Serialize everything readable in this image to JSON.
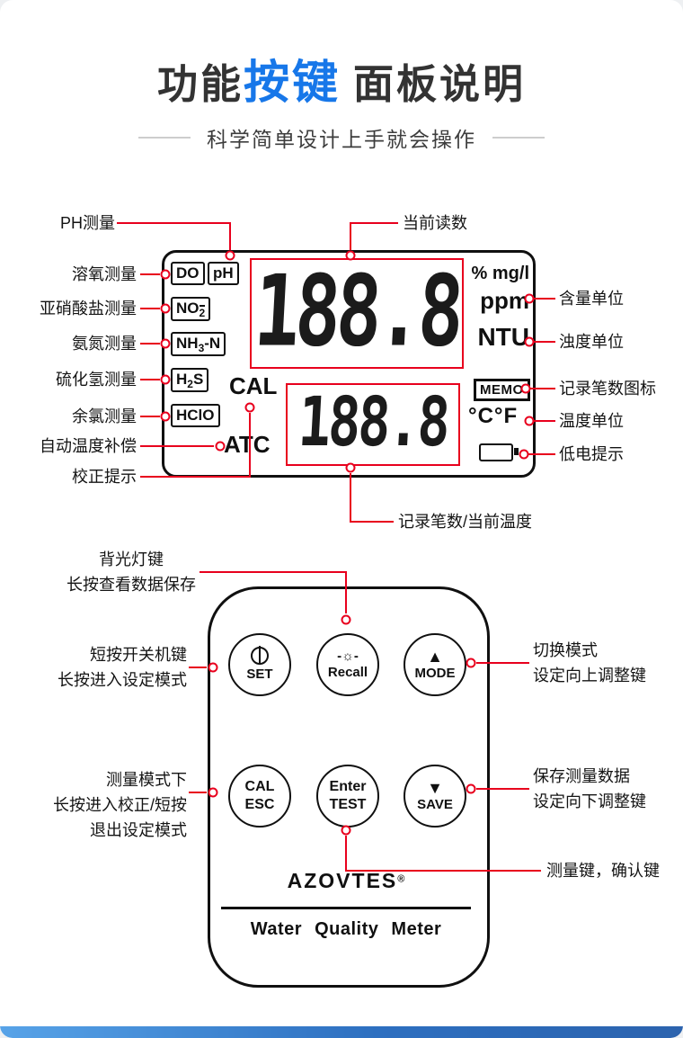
{
  "header": {
    "title_part1": "功能",
    "title_part2": "按键",
    "title_part3": "面板说明",
    "subtitle": "科学简单设计上手就会操作"
  },
  "lcd": {
    "callout_top": "当前读数",
    "callout_bottom": "记录笔数/当前温度",
    "callouts_left": [
      "PH测量",
      "溶氧测量",
      "亚硝酸盐测量",
      "氨氮测量",
      "硫化氢测量",
      "余氯测量",
      "自动温度补偿",
      "校正提示"
    ],
    "callouts_right": [
      "含量单位",
      "浊度单位",
      "记录笔数图标",
      "温度单位",
      "低电提示"
    ],
    "segments": {
      "do": "DO",
      "ph": "pH",
      "no2_base": "NO",
      "no2_sub": "2",
      "nh3_base": "NH",
      "nh3_sub": "3",
      "nh3_suffix": "-N",
      "h2s_base": "H",
      "h2s_sub": "2",
      "h2s_suffix": "S",
      "hclo": "HClO",
      "cal": "CAL",
      "atc": "ATC",
      "percent_mgl": "% mg/l",
      "ppm": "ppm",
      "ntu": "NTU",
      "memo": "MEMO",
      "temp_units": "°C°F",
      "main_reading": "188.8",
      "secondary_reading": "188.8"
    }
  },
  "keypad": {
    "callout_backlight_line1": "背光灯键",
    "callout_backlight_line2": "长按查看数据保存",
    "callout_set_line1": "短按开关机键",
    "callout_set_line2": "长按进入设定模式",
    "callout_mode_line1": "切换模式",
    "callout_mode_line2": "设定向上调整键",
    "callout_cal_line1": "测量模式下",
    "callout_cal_line2": "长按进入校正/短按",
    "callout_cal_line3": "退出设定模式",
    "callout_save_line1": "保存测量数据",
    "callout_save_line2": "设定向下调整键",
    "callout_test": "测量键，确认键",
    "buttons": {
      "set": "SET",
      "recall": "Recall",
      "mode": "MODE",
      "cal_line1": "CAL",
      "cal_line2": "ESC",
      "test_line1": "Enter",
      "test_line2": "TEST",
      "save": "SAVE"
    },
    "icons": {
      "backlight_glyph": "-☼-",
      "up_glyph": "▲",
      "down_glyph": "▼"
    },
    "brand": "AZOVTES",
    "brand_reg": "®",
    "device_name": "Water Quality Meter"
  },
  "colors": {
    "accent_blue": "#1777e9",
    "callout_red": "#e8001d"
  }
}
